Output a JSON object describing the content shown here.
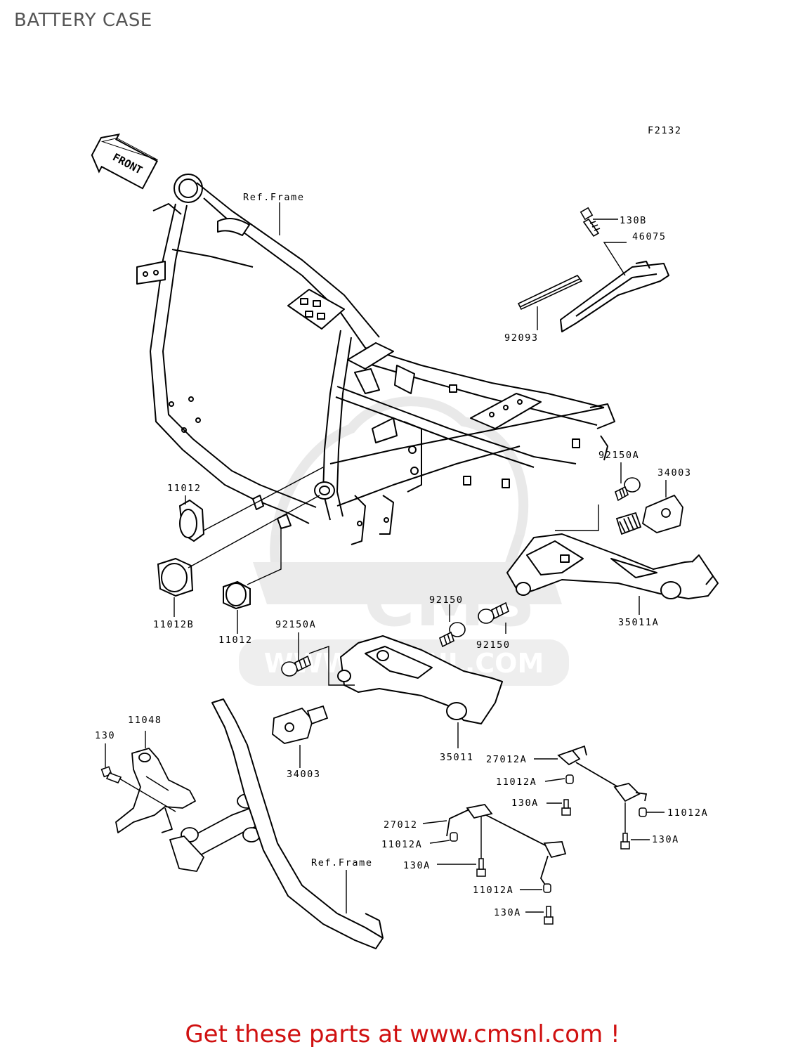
{
  "header": {
    "title": "BATTERY CASE"
  },
  "diagram": {
    "figure_code": "F2132",
    "front_arrow": "FRONT",
    "watermark": {
      "logo": "CMS",
      "url": "WWW.CMSNL.COM"
    },
    "labels": {
      "ref_frame_top": "Ref.Frame",
      "ref_frame_bottom": "Ref.Frame",
      "p130B": "130B",
      "p46075": "46075",
      "p92093": "92093",
      "p92150A_right": "92150A",
      "p34003_right": "34003",
      "p35011A": "35011A",
      "p11012_top": "11012",
      "p11012B": "11012B",
      "p11012_mid": "11012",
      "p92150_top": "92150",
      "p92150_mid": "92150",
      "p92150A_left": "92150A",
      "p35011": "35011",
      "p34003_left": "34003",
      "p11048": "11048",
      "p130": "130",
      "p27012A": "27012A",
      "p11012A_1": "11012A",
      "p130A_1": "130A",
      "p11012A_2": "11012A",
      "p130A_2": "130A",
      "p27012": "27012",
      "p11012A_3": "11012A",
      "p130A_3": "130A",
      "p11012A_4": "11012A",
      "p130A_4": "130A"
    }
  },
  "footer": {
    "link_text": "Get these parts at www.cmsnl.com !"
  }
}
